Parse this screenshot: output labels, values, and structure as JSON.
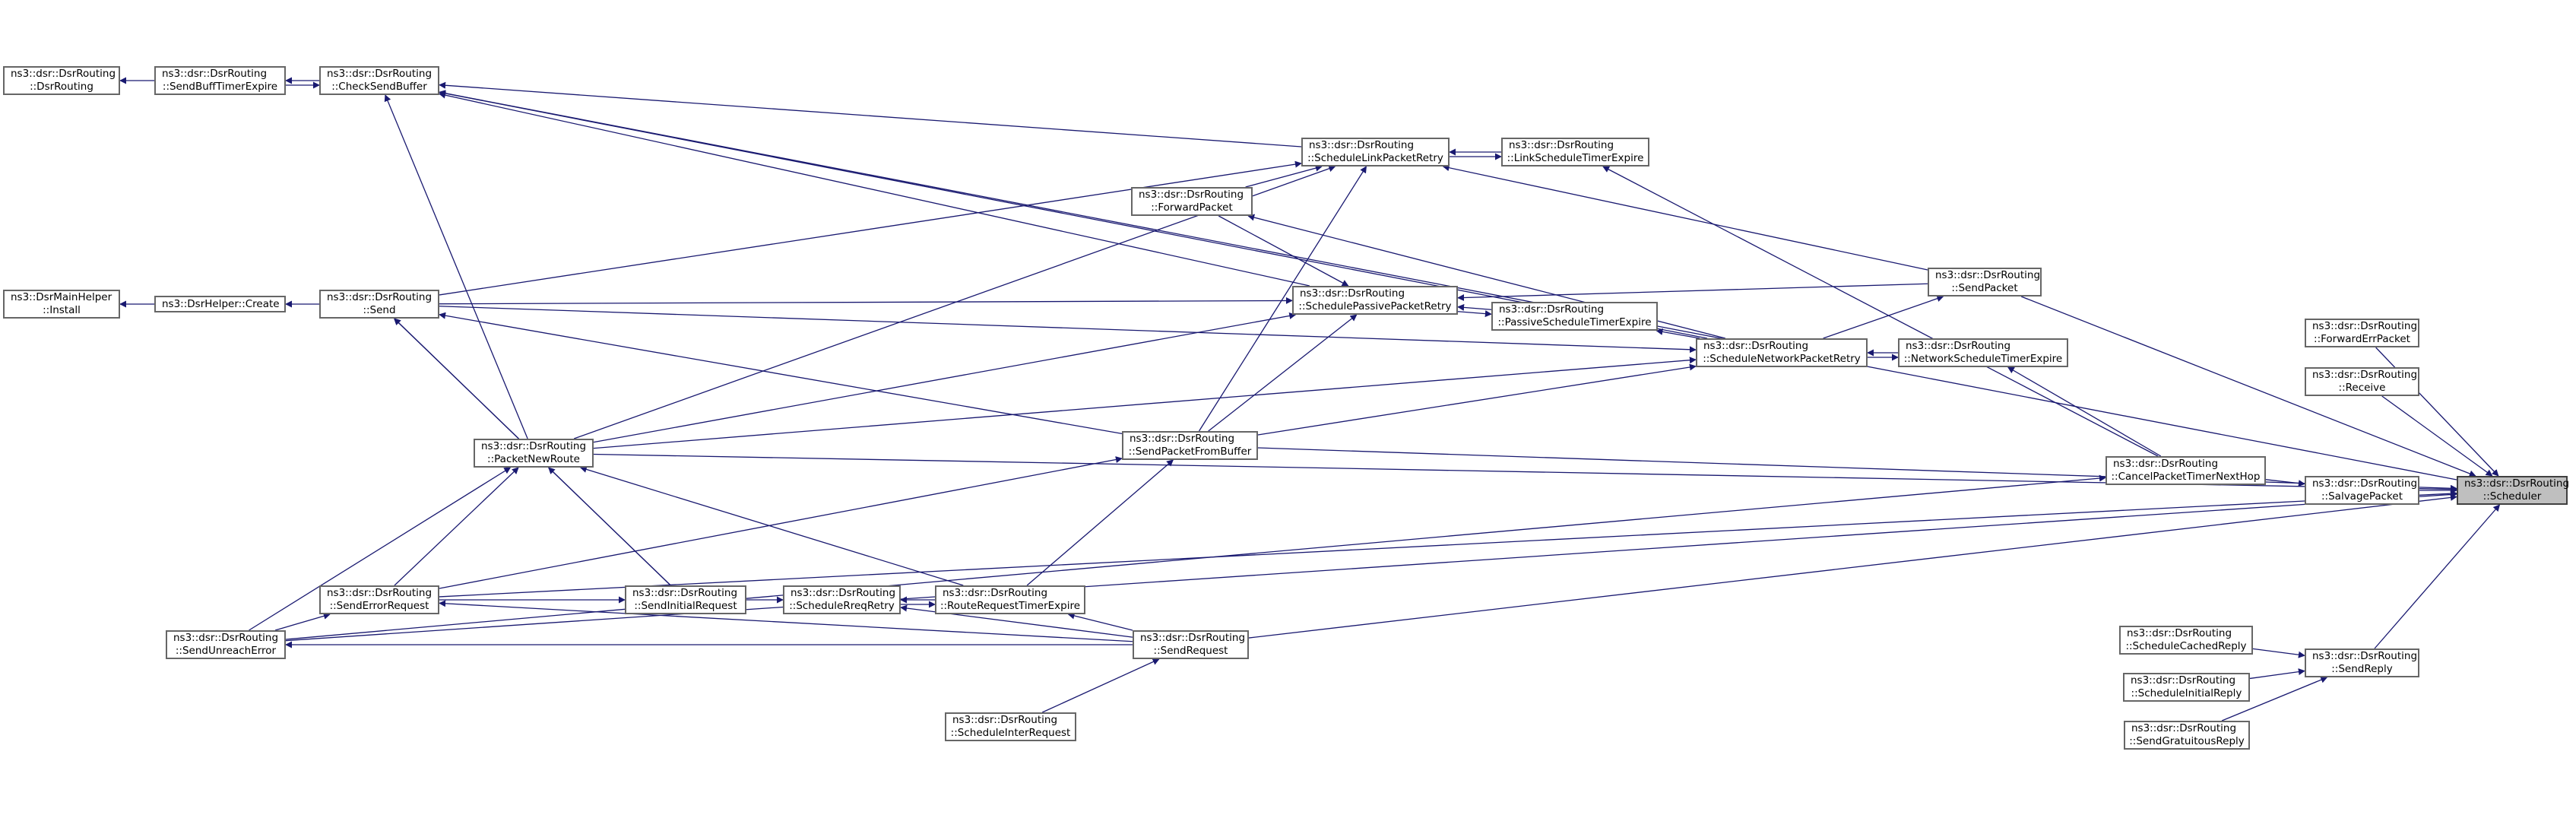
{
  "colors": {
    "edge": "#191970",
    "node_border": "#666666",
    "focus_fill": "#bfbfbf"
  },
  "nodes": [
    {
      "id": "scheduler",
      "line1": "ns3::dsr::DsrRouting",
      "line2": "::Scheduler",
      "focus": true
    },
    {
      "id": "dsrrouting",
      "line1": "ns3::dsr::DsrRouting",
      "line2": "::DsrRouting"
    },
    {
      "id": "sendbufftimerexpire",
      "line1": "ns3::dsr::DsrRouting",
      "line2": "::SendBuffTimerExpire"
    },
    {
      "id": "checksendbuffer",
      "line1": "ns3::dsr::DsrRouting",
      "line2": "::CheckSendBuffer"
    },
    {
      "id": "schedulelinkpacketretry",
      "line1": "ns3::dsr::DsrRouting",
      "line2": "::ScheduleLinkPacketRetry"
    },
    {
      "id": "linkscheduletimerexpire",
      "line1": "ns3::dsr::DsrRouting",
      "line2": "::LinkScheduleTimerExpire"
    },
    {
      "id": "forwardpacket",
      "line1": "ns3::dsr::DsrRouting",
      "line2": "::ForwardPacket"
    },
    {
      "id": "sendpacket",
      "line1": "ns3::dsr::DsrRouting",
      "line2": "::SendPacket"
    },
    {
      "id": "install",
      "line1": "ns3::DsrMainHelper",
      "line2": "::Install"
    },
    {
      "id": "create",
      "line1": "ns3::DsrHelper::Create",
      "line2": ""
    },
    {
      "id": "send",
      "line1": "ns3::dsr::DsrRouting",
      "line2": "::Send"
    },
    {
      "id": "schedulepassivepacketretry",
      "line1": "ns3::dsr::DsrRouting",
      "line2": "::SchedulePassivePacketRetry"
    },
    {
      "id": "passivescheduletimerexpire",
      "line1": "ns3::dsr::DsrRouting",
      "line2": "::PassiveScheduleTimerExpire"
    },
    {
      "id": "forwarderrpacket",
      "line1": "ns3::dsr::DsrRouting",
      "line2": "::ForwardErrPacket"
    },
    {
      "id": "schedulenetworkpacketretry",
      "line1": "ns3::dsr::DsrRouting",
      "line2": "::ScheduleNetworkPacketRetry"
    },
    {
      "id": "networkscheduletimerexpire",
      "line1": "ns3::dsr::DsrRouting",
      "line2": "::NetworkScheduleTimerExpire"
    },
    {
      "id": "receive",
      "line1": "ns3::dsr::DsrRouting",
      "line2": "::Receive"
    },
    {
      "id": "packetnewroute",
      "line1": "ns3::dsr::DsrRouting",
      "line2": "::PacketNewRoute"
    },
    {
      "id": "sendpacketfrombuffer",
      "line1": "ns3::dsr::DsrRouting",
      "line2": "::SendPacketFromBuffer"
    },
    {
      "id": "cancelpackettimernexthop",
      "line1": "ns3::dsr::DsrRouting",
      "line2": "::CancelPacketTimerNextHop"
    },
    {
      "id": "salvagepacket",
      "line1": "ns3::dsr::DsrRouting",
      "line2": "::SalvagePacket"
    },
    {
      "id": "senderrorrequest",
      "line1": "ns3::dsr::DsrRouting",
      "line2": "::SendErrorRequest"
    },
    {
      "id": "sendinitialrequest",
      "line1": "ns3::dsr::DsrRouting",
      "line2": "::SendInitialRequest"
    },
    {
      "id": "schedulerreqretry",
      "line1": "ns3::dsr::DsrRouting",
      "line2": "::ScheduleRreqRetry"
    },
    {
      "id": "routerequesttimerexpire",
      "line1": "ns3::dsr::DsrRouting",
      "line2": "::RouteRequestTimerExpire"
    },
    {
      "id": "sendunreacherror",
      "line1": "ns3::dsr::DsrRouting",
      "line2": "::SendUnreachError"
    },
    {
      "id": "sendrequest",
      "line1": "ns3::dsr::DsrRouting",
      "line2": "::SendRequest"
    },
    {
      "id": "schedulecachedreply",
      "line1": "ns3::dsr::DsrRouting",
      "line2": "::ScheduleCachedReply"
    },
    {
      "id": "sendreply",
      "line1": "ns3::dsr::DsrRouting",
      "line2": "::SendReply"
    },
    {
      "id": "scheduleinitialreply",
      "line1": "ns3::dsr::DsrRouting",
      "line2": "::ScheduleInitialReply"
    },
    {
      "id": "scheduleinterrequest",
      "line1": "ns3::dsr::DsrRouting",
      "line2": "::ScheduleInterRequest"
    },
    {
      "id": "sendgratuitousreply",
      "line1": "ns3::dsr::DsrRouting",
      "line2": "::SendGratuitousReply"
    }
  ],
  "edges": [
    [
      "sendbufftimerexpire",
      "dsrrouting"
    ],
    [
      "checksendbuffer",
      "sendbufftimerexpire"
    ],
    [
      "sendbufftimerexpire",
      "checksendbuffer"
    ],
    [
      "schedulelinkpacketretry",
      "checksendbuffer"
    ],
    [
      "schedulepassivepacketretry",
      "checksendbuffer"
    ],
    [
      "schedulenetworkpacketretry",
      "checksendbuffer"
    ],
    [
      "scheduler",
      "checksendbuffer"
    ],
    [
      "packetnewroute",
      "checksendbuffer"
    ],
    [
      "linkscheduletimerexpire",
      "schedulelinkpacketretry"
    ],
    [
      "schedulelinkpacketretry",
      "linkscheduletimerexpire"
    ],
    [
      "forwardpacket",
      "schedulelinkpacketretry"
    ],
    [
      "sendpacket",
      "schedulelinkpacketretry"
    ],
    [
      "sendpacketfrombuffer",
      "schedulelinkpacketretry"
    ],
    [
      "send",
      "schedulelinkpacketretry"
    ],
    [
      "packetnewroute",
      "schedulelinkpacketretry"
    ],
    [
      "cancelpackettimernexthop",
      "linkscheduletimerexpire"
    ],
    [
      "create",
      "install"
    ],
    [
      "send",
      "create"
    ],
    [
      "forwardpacket",
      "schedulepassivepacketretry"
    ],
    [
      "send",
      "schedulepassivepacketretry"
    ],
    [
      "sendpacket",
      "schedulepassivepacketretry"
    ],
    [
      "passivescheduletimerexpire",
      "schedulepassivepacketretry"
    ],
    [
      "schedulepassivepacketretry",
      "passivescheduletimerexpire"
    ],
    [
      "sendpacketfrombuffer",
      "schedulepassivepacketretry"
    ],
    [
      "packetnewroute",
      "schedulepassivepacketretry"
    ],
    [
      "schedulenetworkpacketretry",
      "passivescheduletimerexpire"
    ],
    [
      "schedulenetworkpacketretry",
      "sendpacket"
    ],
    [
      "schedulenetworkpacketretry",
      "forwardpacket"
    ],
    [
      "networkscheduletimerexpire",
      "schedulenetworkpacketretry"
    ],
    [
      "schedulenetworkpacketretry",
      "networkscheduletimerexpire"
    ],
    [
      "send",
      "schedulenetworkpacketretry"
    ],
    [
      "packetnewroute",
      "schedulenetworkpacketretry"
    ],
    [
      "sendpacketfrombuffer",
      "schedulenetworkpacketretry"
    ],
    [
      "cancelpackettimernexthop",
      "networkscheduletimerexpire"
    ],
    [
      "sendpacket",
      "scheduler"
    ],
    [
      "forwarderrpacket",
      "scheduler"
    ],
    [
      "receive",
      "scheduler"
    ],
    [
      "salvagepacket",
      "scheduler"
    ],
    [
      "sendreply",
      "scheduler"
    ],
    [
      "cancelpackettimernexthop",
      "salvagepacket"
    ],
    [
      "sendpacketfrombuffer",
      "send"
    ],
    [
      "packetnewroute",
      "send"
    ],
    [
      "sendinitialrequest",
      "send"
    ],
    [
      "sendpacketfrombuffer",
      "scheduler"
    ],
    [
      "packetnewroute",
      "scheduler"
    ],
    [
      "senderrorrequest",
      "scheduler"
    ],
    [
      "sendrequest",
      "scheduler"
    ],
    [
      "sendunreacherror",
      "scheduler"
    ],
    [
      "sendunreacherror",
      "cancelpackettimernexthop"
    ],
    [
      "senderrorrequest",
      "packetnewroute"
    ],
    [
      "sendunreacherror",
      "packetnewroute"
    ],
    [
      "sendinitialrequest",
      "packetnewroute"
    ],
    [
      "routerequesttimerexpire",
      "packetnewroute"
    ],
    [
      "senderrorrequest",
      "sendpacketfrombuffer"
    ],
    [
      "routerequesttimerexpire",
      "sendpacketfrombuffer"
    ],
    [
      "sendunreacherror",
      "senderrorrequest"
    ],
    [
      "senderrorrequest",
      "sendinitialrequest"
    ],
    [
      "sendinitialrequest",
      "schedulerreqretry"
    ],
    [
      "routerequesttimerexpire",
      "schedulerreqretry"
    ],
    [
      "schedulerreqretry",
      "routerequesttimerexpire"
    ],
    [
      "sendrequest",
      "routerequesttimerexpire"
    ],
    [
      "sendrequest",
      "schedulerreqretry"
    ],
    [
      "sendrequest",
      "senderrorrequest"
    ],
    [
      "sendrequest",
      "sendunreacherror"
    ],
    [
      "scheduleinterrequest",
      "sendrequest"
    ],
    [
      "schedulecachedreply",
      "sendreply"
    ],
    [
      "scheduleinitialreply",
      "sendreply"
    ],
    [
      "sendgratuitousreply",
      "sendreply"
    ]
  ]
}
